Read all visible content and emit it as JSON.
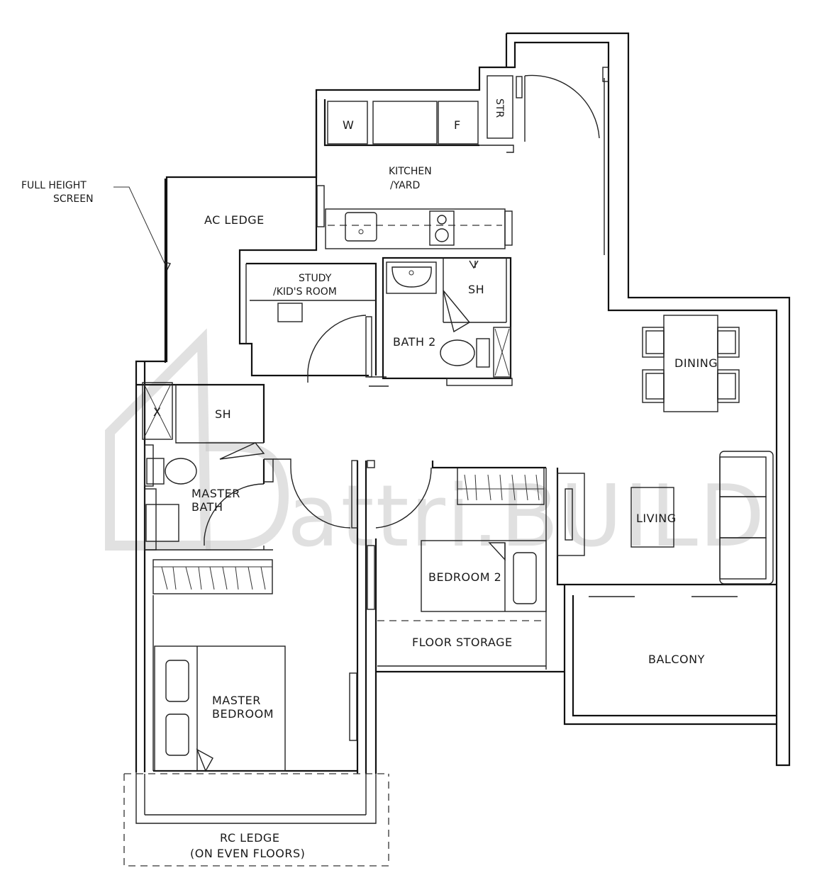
{
  "rooms": {
    "full_height_screen_1": "FULL HEIGHT",
    "full_height_screen_2": "SCREEN",
    "ac_ledge": "AC LEDGE",
    "kitchen_1": "KITCHEN",
    "kitchen_2": "/YARD",
    "washer": "W",
    "fridge": "F",
    "store": "STR",
    "study_1": "STUDY",
    "study_2": "/KID'S ROOM",
    "bath2": "BATH 2",
    "bath2_shower": "SH",
    "dining": "DINING",
    "master_bath_1": "MASTER",
    "master_bath_2": "BATH",
    "master_bath_shower": "SH",
    "master_bath_x": "X",
    "living": "LIVING",
    "bedroom2": "BEDROOM 2",
    "floor_storage": "FLOOR STORAGE",
    "balcony": "BALCONY",
    "master_bedroom_1": "MASTER",
    "master_bedroom_2": "BEDROOM",
    "rc_ledge_1": "RC LEDGE",
    "rc_ledge_2": "(ON EVEN FLOORS)"
  },
  "watermark": "attri.BUILD"
}
